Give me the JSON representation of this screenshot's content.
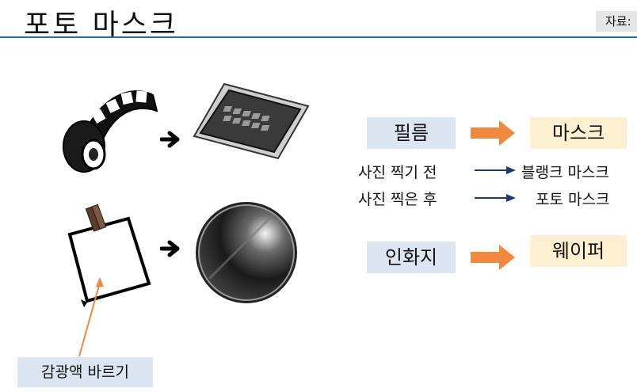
{
  "title": "포토 마스크",
  "source_tag": "자료:",
  "images": {
    "film_roll": "film-roll-icon",
    "photomask_plate": "photomask-plate-icon",
    "photo_paper": "photo-paper-icon",
    "wafer": "wafer-icon"
  },
  "mapping": {
    "row1": {
      "left": "필름",
      "right": "마스크"
    },
    "row2": {
      "left": "인화지",
      "right": "웨이퍼"
    }
  },
  "sub_mapping": [
    {
      "left": "사진 찍기 전",
      "right": "블랭크 마스크"
    },
    {
      "left": "사진 찍은 후",
      "right": "포토 마스크"
    }
  ],
  "note": "감광액 바르기",
  "colors": {
    "accent_blue": "#1f6fb0",
    "box_blue": "#dce6f2",
    "box_yellow": "#fdf0d0",
    "arrow_orange": "#f0883e",
    "arrow_navy": "#1f3a6e"
  }
}
